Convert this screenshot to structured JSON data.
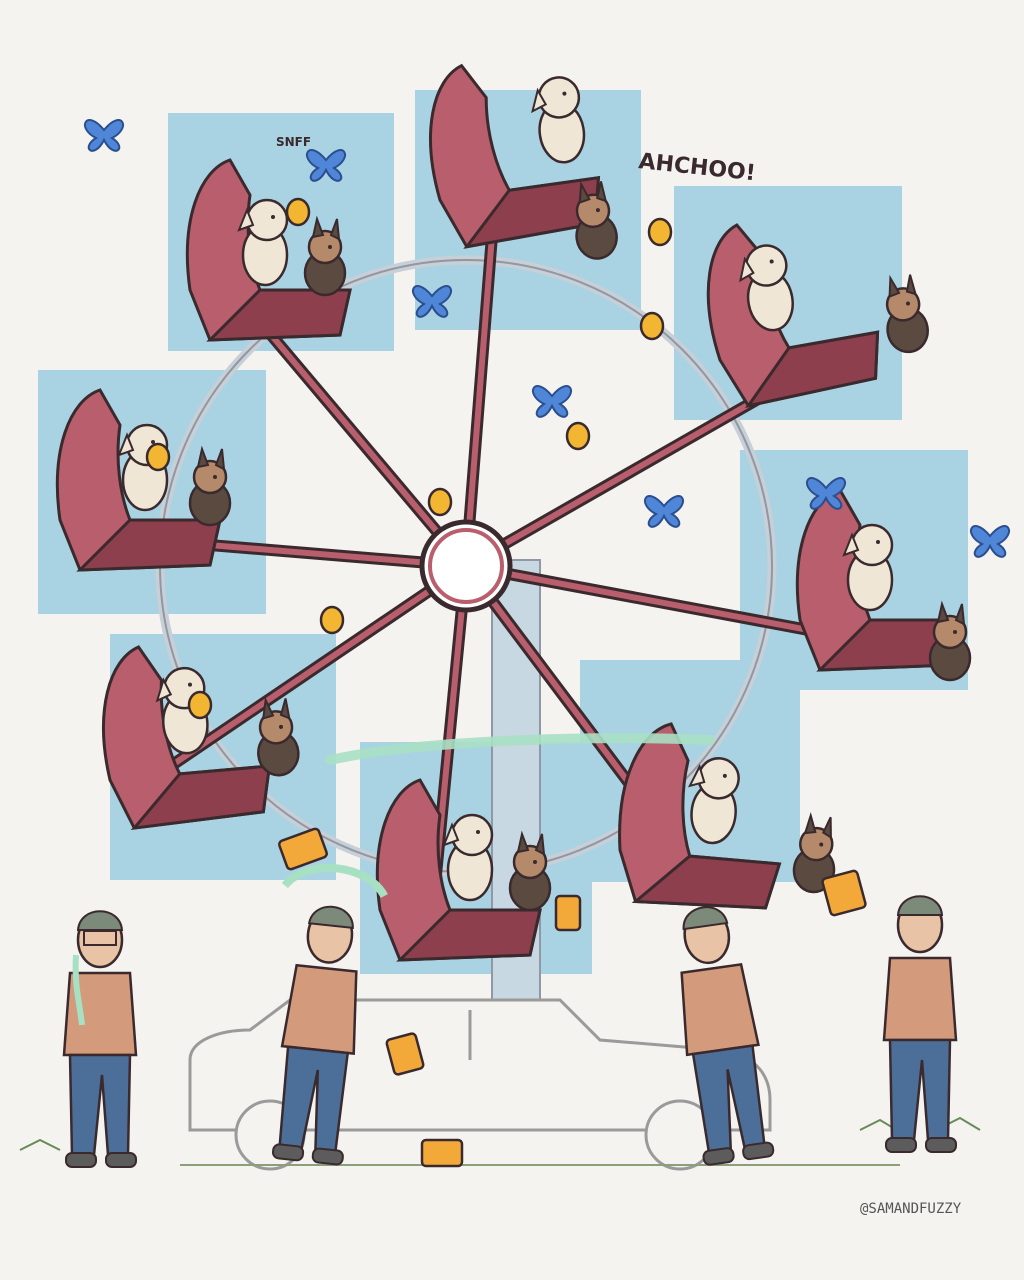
{
  "comic": {
    "sfx_sniff": "SNFF",
    "sfx_sneeze": "AHCHOO!",
    "credit": "@SAMANDFUZZY"
  },
  "colors": {
    "background": "#f4f3f0",
    "sky_panel": "#a9d3e3",
    "gondola": "#b85e6c",
    "gondola_dark": "#8e3f4d",
    "outline": "#3a2a2e",
    "wheel_frame": "#c9cfd6",
    "coin": "#f2b632",
    "butterfly": "#4f86d8",
    "jacket": "#d39a7c",
    "jeans": "#4c6f9a",
    "dog_light": "#efe6d6",
    "dog_dark": "#5b4a40",
    "splash": "#a8e0c4"
  }
}
